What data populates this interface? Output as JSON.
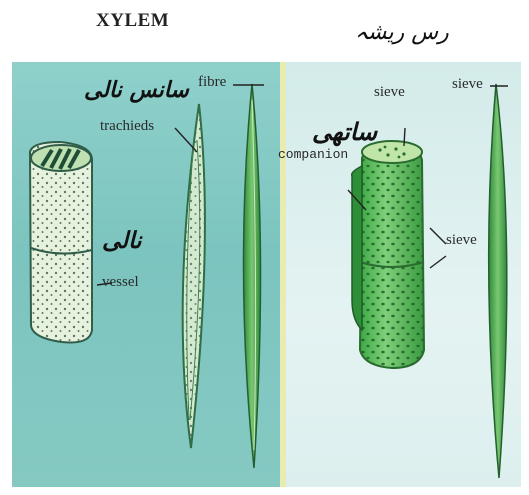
{
  "headings": {
    "xylem": "XYLEM",
    "phloem_urdu": "رس ریشہ"
  },
  "labels": {
    "trachieds_urdu": "سانس نالی",
    "fibre": "fibre",
    "trachieds": "trachieds",
    "vessel_urdu": "نالی",
    "vessel": "vessel",
    "sieve_top": "sieve",
    "sieve_right": "sieve",
    "companion_urdu": "ساتھی",
    "companion": "companion",
    "sieve_mid": "sieve"
  },
  "colors": {
    "xylem_bg": "#7ec6c2",
    "phloem_bg": "#dff0f0",
    "divider": "#e9ecb2",
    "vessel_fill": "#e6f2dc",
    "phloem_green": "#4fb84c",
    "fibre_green": "#3d9a45"
  }
}
